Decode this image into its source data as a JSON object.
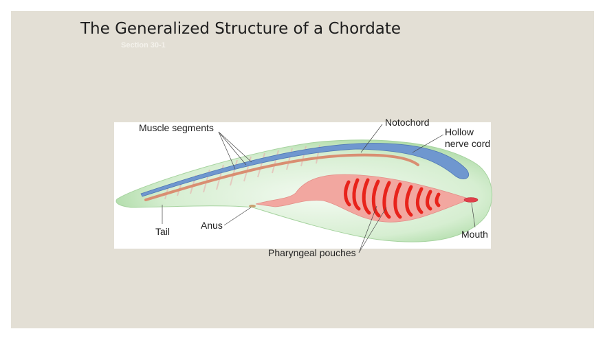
{
  "slide": {
    "title": "The Generalized Structure of a Chordate",
    "subtitle": "Section 30-1"
  },
  "diagram": {
    "labels": {
      "muscle_segments": "Muscle segments",
      "notochord": "Notochord",
      "hollow_nerve_cord_line1": "Hollow",
      "hollow_nerve_cord_line2": "nerve cord",
      "tail": "Tail",
      "anus": "Anus",
      "mouth": "Mouth",
      "pharyngeal_pouches": "Pharyngeal pouches"
    },
    "colors": {
      "body": "#bfe3b9",
      "nerve_cord": "#6f97cf",
      "notochord": "#d98e72",
      "pharynx": "#f2a7a0",
      "pouches": "#e8231b"
    }
  }
}
